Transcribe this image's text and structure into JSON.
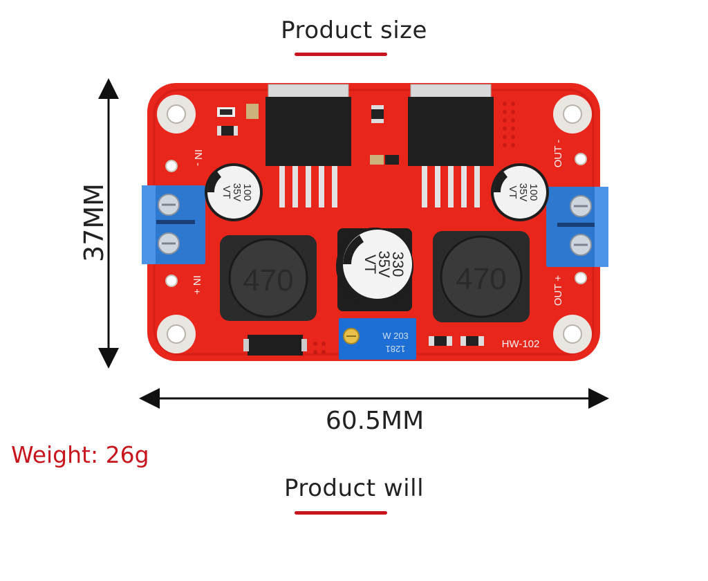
{
  "header": {
    "title": "Product size"
  },
  "dimensions": {
    "height": "37MM",
    "width": "60.5MM"
  },
  "weight": "Weight: 26g",
  "footer": {
    "title": "Product will"
  },
  "board": {
    "model_label": "HW-102",
    "pins": {
      "in_minus": "IN -",
      "in_plus": "IN +",
      "out_minus": "OUT -",
      "out_plus": "OUT +"
    },
    "small_cap": {
      "value": "100",
      "voltage": "35V",
      "series": "VT"
    },
    "big_cap": {
      "value": "330",
      "voltage": "35V",
      "series": "VT"
    },
    "inductor_label": "470",
    "pot_label": {
      "line1": "W 203",
      "line2": "1281"
    }
  },
  "colors": {
    "accent": "#c8141c",
    "pcb": "#e8261c",
    "terminal": "#2f78cf",
    "potentiometer": "#1d6fd6",
    "inductor": "#2b2b2b"
  }
}
